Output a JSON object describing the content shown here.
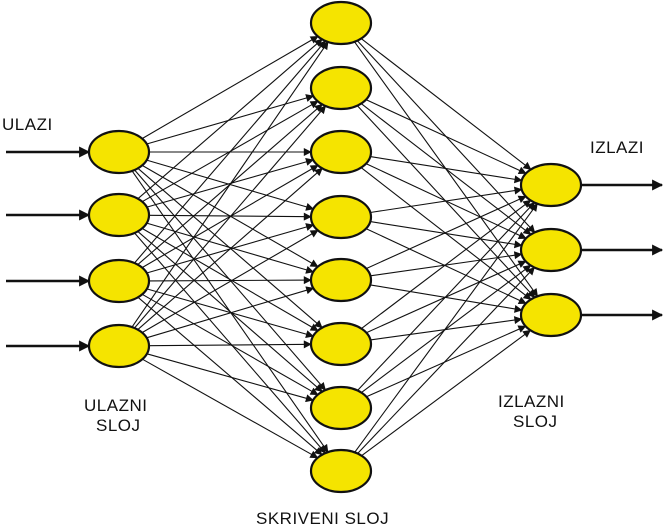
{
  "labels": {
    "inputs": "ULAZI",
    "outputs": "IZLAZI",
    "input_layer_line1": "ULAZNI",
    "input_layer_line2": "SLOJ",
    "hidden_layer": "SKRIVENI SLOJ",
    "output_layer_line1": "IZLAZNI",
    "output_layer_line2": "SLOJ"
  },
  "network": {
    "input_neurons": 4,
    "hidden_neurons": 8,
    "output_neurons": 3,
    "fully_connected": true
  },
  "colors": {
    "neuron_fill": "#f5e400",
    "line": "#111111",
    "background": "#ffffff"
  }
}
